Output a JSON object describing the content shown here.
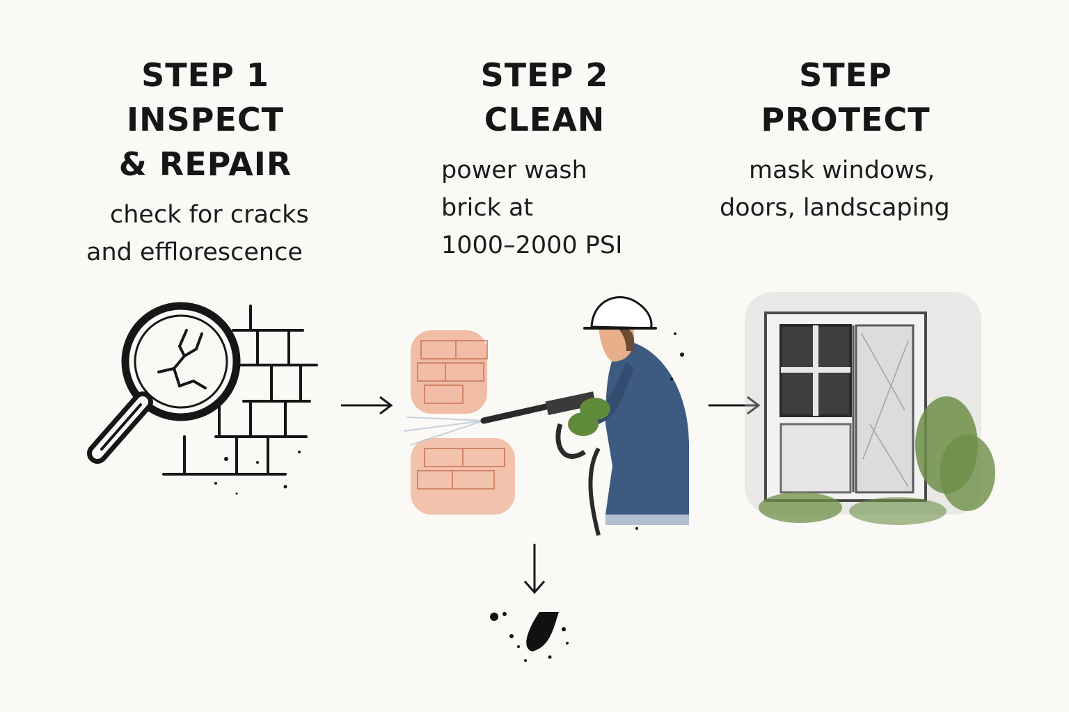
{
  "steps": [
    {
      "title_lines": [
        "STEP 1",
        "INSPECT",
        "& REPAIR"
      ],
      "desc_lines": [
        "check for cracks",
        "and efflorescence"
      ],
      "icon": "magnifier-brick-icon"
    },
    {
      "title_lines": [
        "STEP 2",
        "CLEAN"
      ],
      "desc_lines": [
        "power wash",
        "brick at",
        "1000–2000 PSI"
      ],
      "icon": "pressure-washer-worker-icon"
    },
    {
      "title_lines": [
        "STEP",
        "PROTECT"
      ],
      "desc_lines": [
        "mask windows,",
        "doors, landscaping"
      ],
      "icon": "masked-window-icon"
    }
  ],
  "arrows": [
    "arrow-right-icon",
    "arrow-right-icon",
    "arrow-down-icon"
  ],
  "colors": {
    "ink": "#161616",
    "brick": "#e8784a",
    "jacket": "#3d5a80",
    "glove": "#5f8a3a",
    "foliage": "#6d8f47",
    "background": "#faf9f6"
  }
}
